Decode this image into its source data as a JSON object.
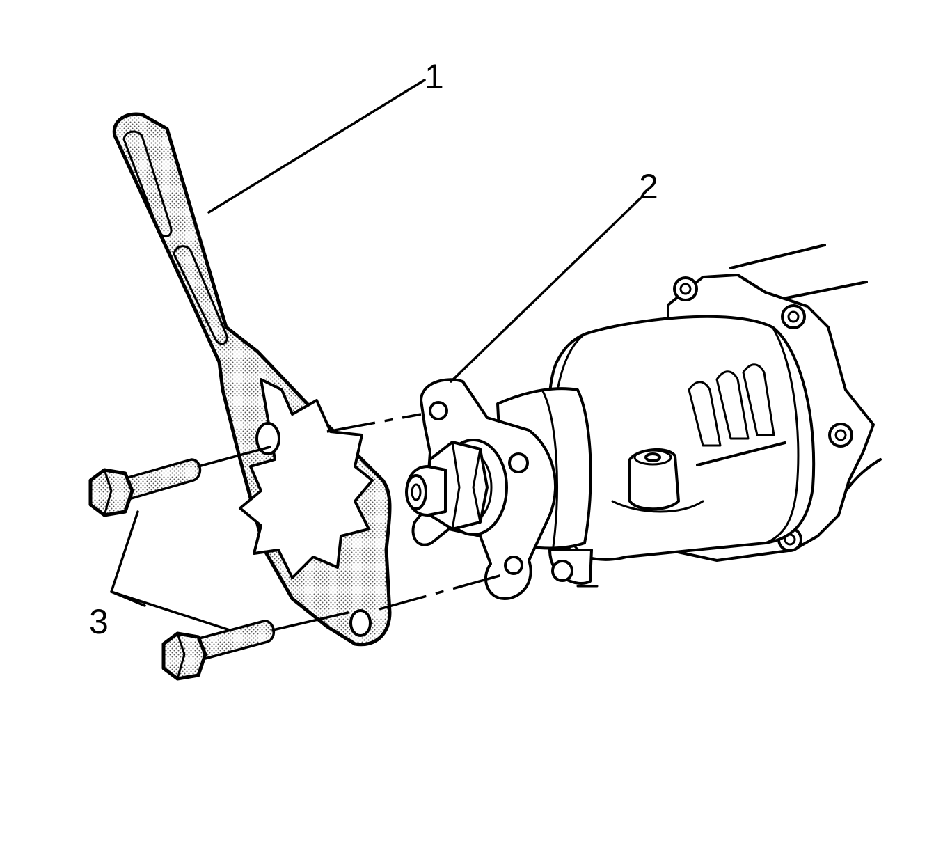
{
  "callouts": [
    {
      "id": "1",
      "label": "1"
    },
    {
      "id": "2",
      "label": "2"
    },
    {
      "id": "3",
      "label": "3"
    }
  ],
  "colors": {
    "line": "#000000",
    "background": "#ffffff",
    "stipple": "#5a5a5a"
  }
}
